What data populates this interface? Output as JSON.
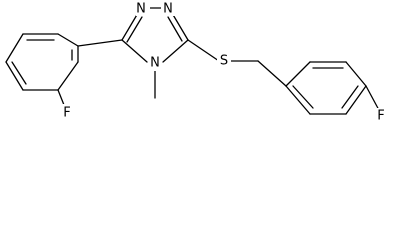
{
  "molecule": {
    "atoms": {
      "F_left": "F",
      "N_top_left": "N",
      "N_top_right": "N",
      "N_ring": "N",
      "S_thioether": "S",
      "F_right": "F"
    }
  }
}
